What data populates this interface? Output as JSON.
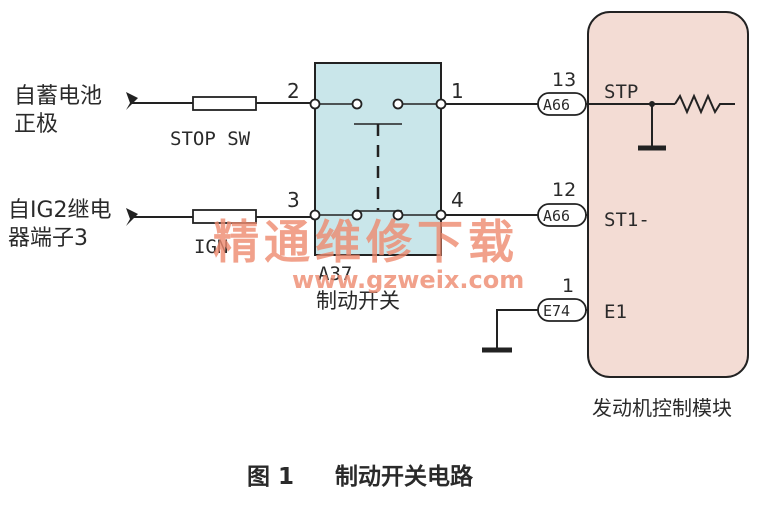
{
  "inputs": {
    "battery": {
      "line1": "自蓄电池",
      "line2": "正极"
    },
    "ig2": {
      "line1": "自IG2继电",
      "line2": "器端子3"
    }
  },
  "fuses": {
    "stop": "STOP SW",
    "ign": "IGN"
  },
  "switch": {
    "pins": {
      "p2": "2",
      "p1": "1",
      "p3": "3",
      "p4": "4"
    },
    "code": "A37",
    "name": "制动开关",
    "fill": "#c9e6ea"
  },
  "connectors": {
    "a66_top": {
      "pin": "13",
      "label": "A66"
    },
    "a66_bottom": {
      "pin": "12",
      "label": "A66"
    },
    "e74": {
      "pin": "1",
      "label": "E74"
    }
  },
  "ecm": {
    "terminals": {
      "stp": "STP",
      "st1": "ST1-",
      "e1": "E1"
    },
    "name": "发动机控制模块",
    "fill": "#f3dcd4"
  },
  "caption": {
    "figure": "图 1",
    "title": "制动开关电路"
  },
  "watermark": {
    "cn": "精通维修下载",
    "url": "www.gzweix.com",
    "color": "#ee8a6f"
  }
}
